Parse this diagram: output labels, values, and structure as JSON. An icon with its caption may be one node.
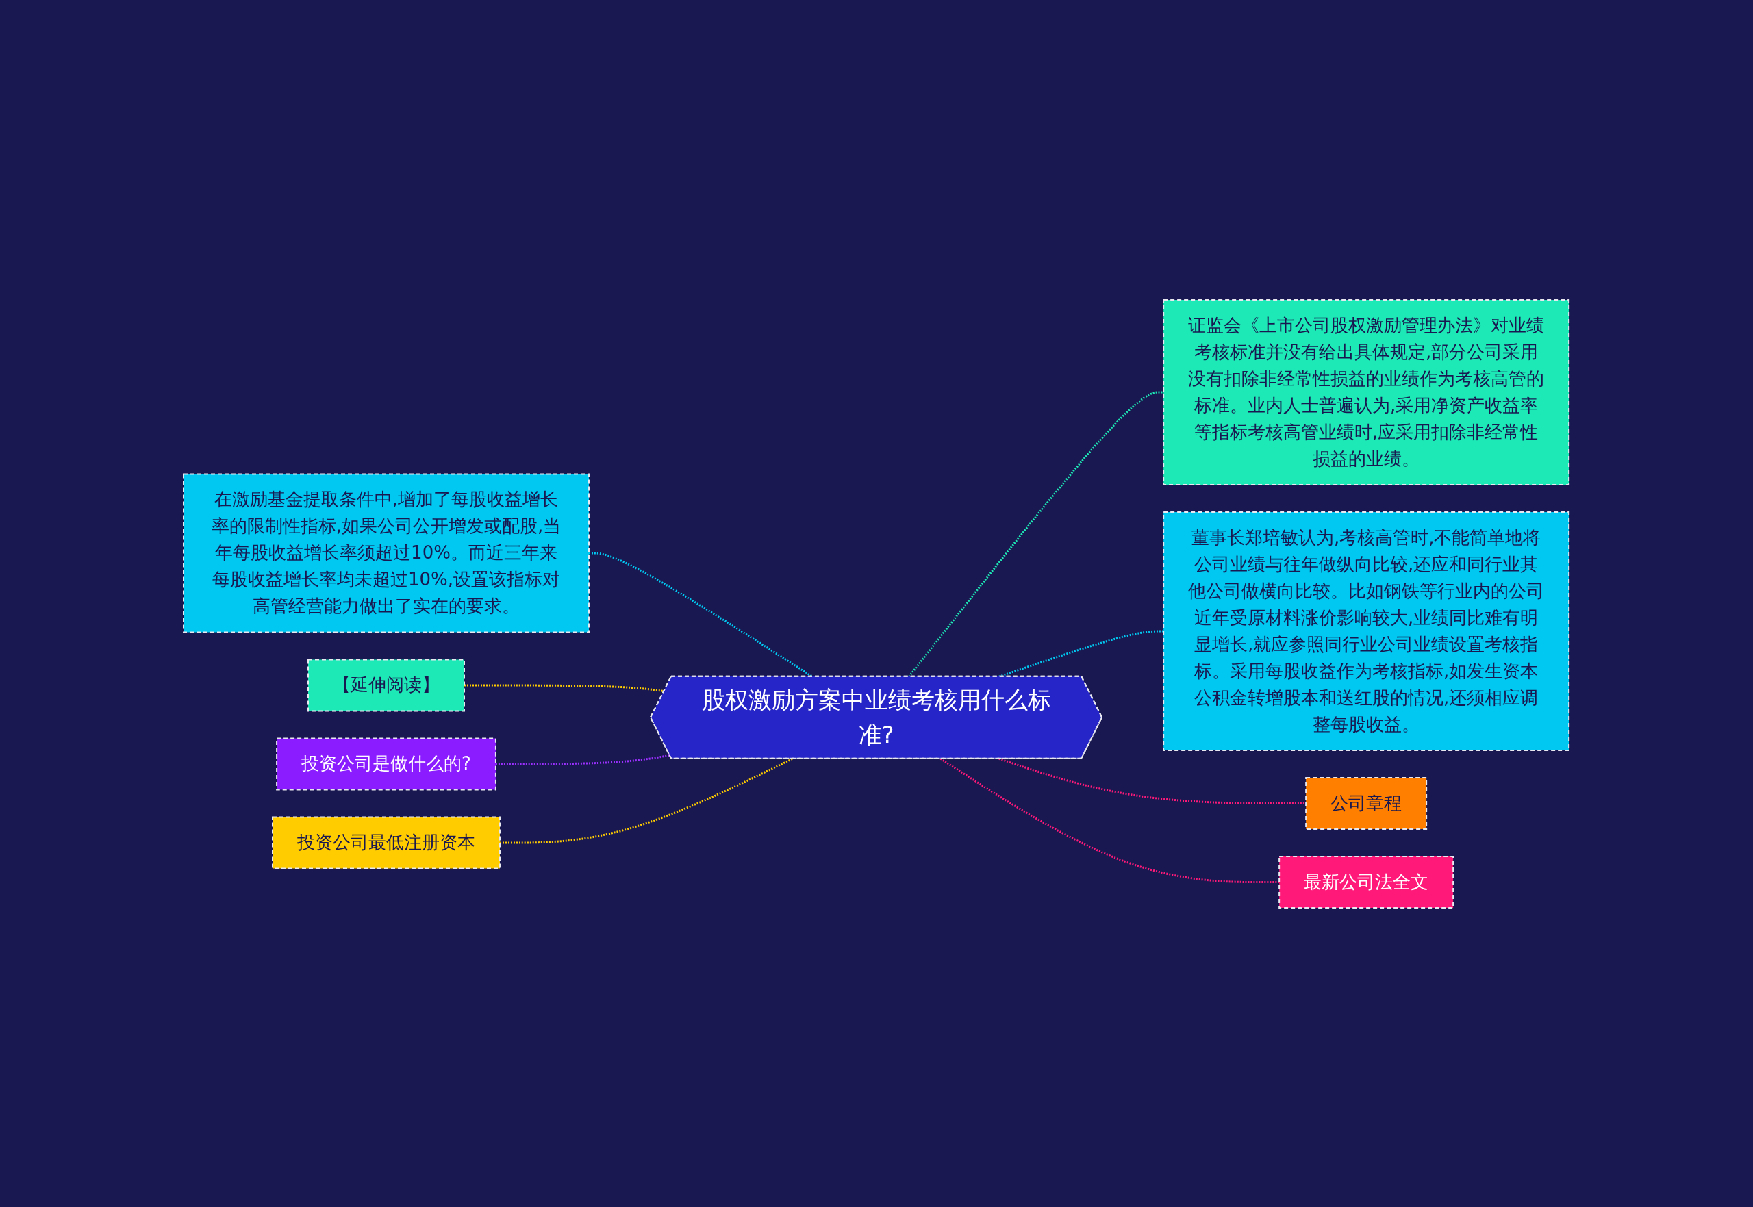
{
  "diagram": {
    "nodes": [
      {
        "text": [
          "股权激励方案中业绩考核用什么标准?"
        ]
      },
      {
        "text": [
          "在激励基金提取条件中,增加了每股收益增长率的限制性指标,如果公司公开增发或配股,当年每股收益增长率须超过10%。而近三年来每股收益增长率均未超过10%,设置该指标对高管经营能力做出了实在的要求。"
        ]
      },
      {
        "text": [
          "【延伸阅读】"
        ]
      },
      {
        "text": [
          "投资公司是做什么的?"
        ]
      },
      {
        "text": [
          "投资公司最低注册资本"
        ]
      },
      {
        "text": [
          "证监会《上市公司股权激励管理办法》对业绩考核标准并没有给出具体规定,部分公司采用没有扣除非经常性损益的业绩作为考核高管的标准。业内人士普遍认为,采用净资产收益率等指标考核高管业绩时,应采用扣除非经常性损益的业绩。"
        ]
      },
      {
        "text": [
          "董事长郑培敏认为,考核高管时,不能简单地将公司业绩与往年做纵向比较,还应和同行业其他公司做横向比较。比如钢铁等行业内的公司近年受原材料涨价影响较大,业绩同比难有明显增长,就应参照同行业公司业绩设置考核指标。采用每股收益作为考核指标,如发生资本公积金转增股本和送红股的情况,还须相应调整每股收益。"
        ]
      },
      {
        "text": [
          "公司章程"
        ]
      },
      {
        "text": [
          "最新公司法全文"
        ]
      }
    ],
    "edges": [
      {
        "from": 1,
        "to": 0,
        "arrow": "none",
        "style": "dashed",
        "color": "#00c8f0"
      },
      {
        "from": 2,
        "to": 0,
        "arrow": "none",
        "style": "dashed",
        "color": "#ffcc00"
      },
      {
        "from": 3,
        "to": 0,
        "arrow": "none",
        "style": "dashed",
        "color": "#9b30ff"
      },
      {
        "from": 4,
        "to": 0,
        "arrow": "none",
        "style": "dashed",
        "color": "#ffcc00"
      },
      {
        "from": 0,
        "to": 5,
        "arrow": "none",
        "style": "dashed",
        "color": "#1de9b6"
      },
      {
        "from": 0,
        "to": 6,
        "arrow": "none",
        "style": "dashed",
        "color": "#00c8f0"
      },
      {
        "from": 0,
        "to": 7,
        "arrow": "none",
        "style": "dashed",
        "color": "#ff1a7a"
      },
      {
        "from": 0,
        "to": 8,
        "arrow": "none",
        "style": "dashed",
        "color": "#ff1a7a"
      }
    ]
  }
}
